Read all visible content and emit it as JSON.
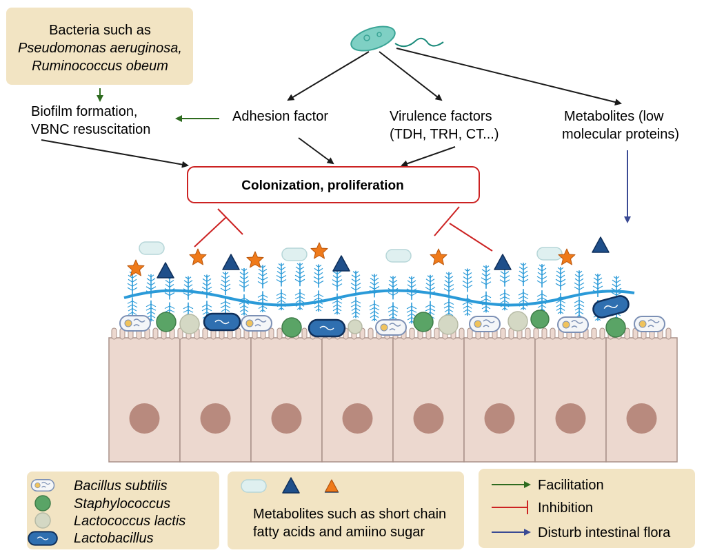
{
  "bacteria_box": {
    "line1": "Bacteria such as",
    "line2": "Pseudomonas aeruginosa,",
    "line3": "Ruminococcus obeum"
  },
  "biofilm": {
    "line1": "Biofilm formation,",
    "line2": "VBNC resuscitation"
  },
  "adhesion": "Adhesion factor",
  "virulence": {
    "line1": "Virulence factors",
    "line2": "(TDH, TRH, CT...)"
  },
  "metabolites_top": {
    "line1": "Metabolites (low",
    "line2": "molecular proteins)"
  },
  "colonization": "Colonization, proliferation",
  "legend_bacteria": {
    "item1": "Bacillus subtilis",
    "item2": "Staphylococcus",
    "item3": "Lactococcus lactis",
    "item4": "Lactobacillus"
  },
  "legend_metabolites": {
    "line1": "Metabolites such as short chain",
    "line2": "fatty acids and amiino sugar"
  },
  "legend_arrows": {
    "facilitation": "Facilitation",
    "inhibition": "Inhibition",
    "disturb": "Disturb intestinal flora"
  },
  "colors": {
    "facilitation": "#2e6b1f",
    "inhibition": "#cc2222",
    "disturb": "#3a4a94",
    "panel": "#f2e4c3",
    "cell": "#ecd8cf",
    "nucleus": "#b88a7e",
    "mucus": "#2a9ad8",
    "staphylococcus": "#5aa466",
    "lactococcus": "#d4d8c4",
    "lactobacillus": "#2f6fb0",
    "triangle": "#1f4f8a",
    "star": "#ef7a1a"
  }
}
